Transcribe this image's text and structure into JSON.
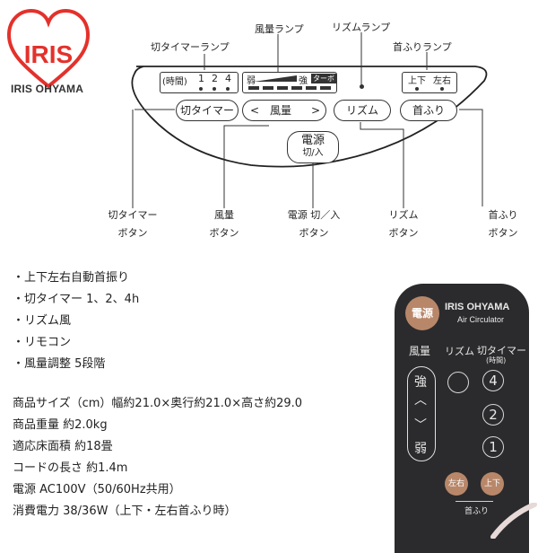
{
  "brand": {
    "logo_text": "IRIS",
    "name": "IRIS OHYAMA"
  },
  "callouts": {
    "off_timer_lamp": "切タイマーランプ",
    "airflow_lamp": "風量ランプ",
    "rhythm_lamp": "リズムランプ",
    "swing_lamp": "首ふりランプ"
  },
  "panel": {
    "timer_header": "(時間)",
    "timer_values": [
      "1",
      "2",
      "4"
    ],
    "airflow_weak": "弱",
    "airflow_strong": "強",
    "airflow_turbo": "ターボ",
    "swing_labels": [
      "上下",
      "左右"
    ],
    "btn_off_timer": "切タイマー",
    "btn_airflow_left": "<",
    "btn_airflow": "風量",
    "btn_airflow_right": ">",
    "btn_rhythm": "リズム",
    "btn_swing": "首ふり",
    "power_main": "電源",
    "power_sub": "切/入"
  },
  "button_labels": {
    "off_timer": [
      "切タイマー",
      "ボタン"
    ],
    "airflow": [
      "風量",
      "ボタン"
    ],
    "power": [
      "電源 切／入",
      "ボタン"
    ],
    "rhythm": [
      "リズム",
      "ボタン"
    ],
    "swing": [
      "首ふり",
      "ボタン"
    ]
  },
  "features": [
    "・上下左右自動首振り",
    "・切タイマー 1、2、4h",
    "・リズム風",
    "・リモコン",
    "・風量調整 5段階"
  ],
  "specs": [
    "商品サイズ（cm）幅約21.0×奥行約21.0×高さ約29.0",
    "商品重量 約2.0kg",
    "適応床面積 約18畳",
    "コードの長さ 約1.4m",
    "電源 AC100V（50/60Hz共用）",
    "消費電力 38/36W（上下・左右首ふり時）"
  ],
  "remote": {
    "power": "電源",
    "brand": "IRIS OHYAMA",
    "product": "Air Circulator",
    "col_airflow": "風量",
    "col_rhythm": "リズム",
    "col_timer": "切タイマー",
    "col_timer_sub": "(時間)",
    "strong": "強",
    "weak": "弱",
    "up_arrow": "︿",
    "down_arrow": "﹀",
    "timer_4": "4",
    "timer_2": "2",
    "timer_1": "1",
    "btn_lr": "左右",
    "btn_ud": "上下",
    "swing_label": "首ふり"
  },
  "colors": {
    "logo_red": "#e4312b",
    "remote_body": "#2b2b2d",
    "power_button": "#b8876a"
  }
}
